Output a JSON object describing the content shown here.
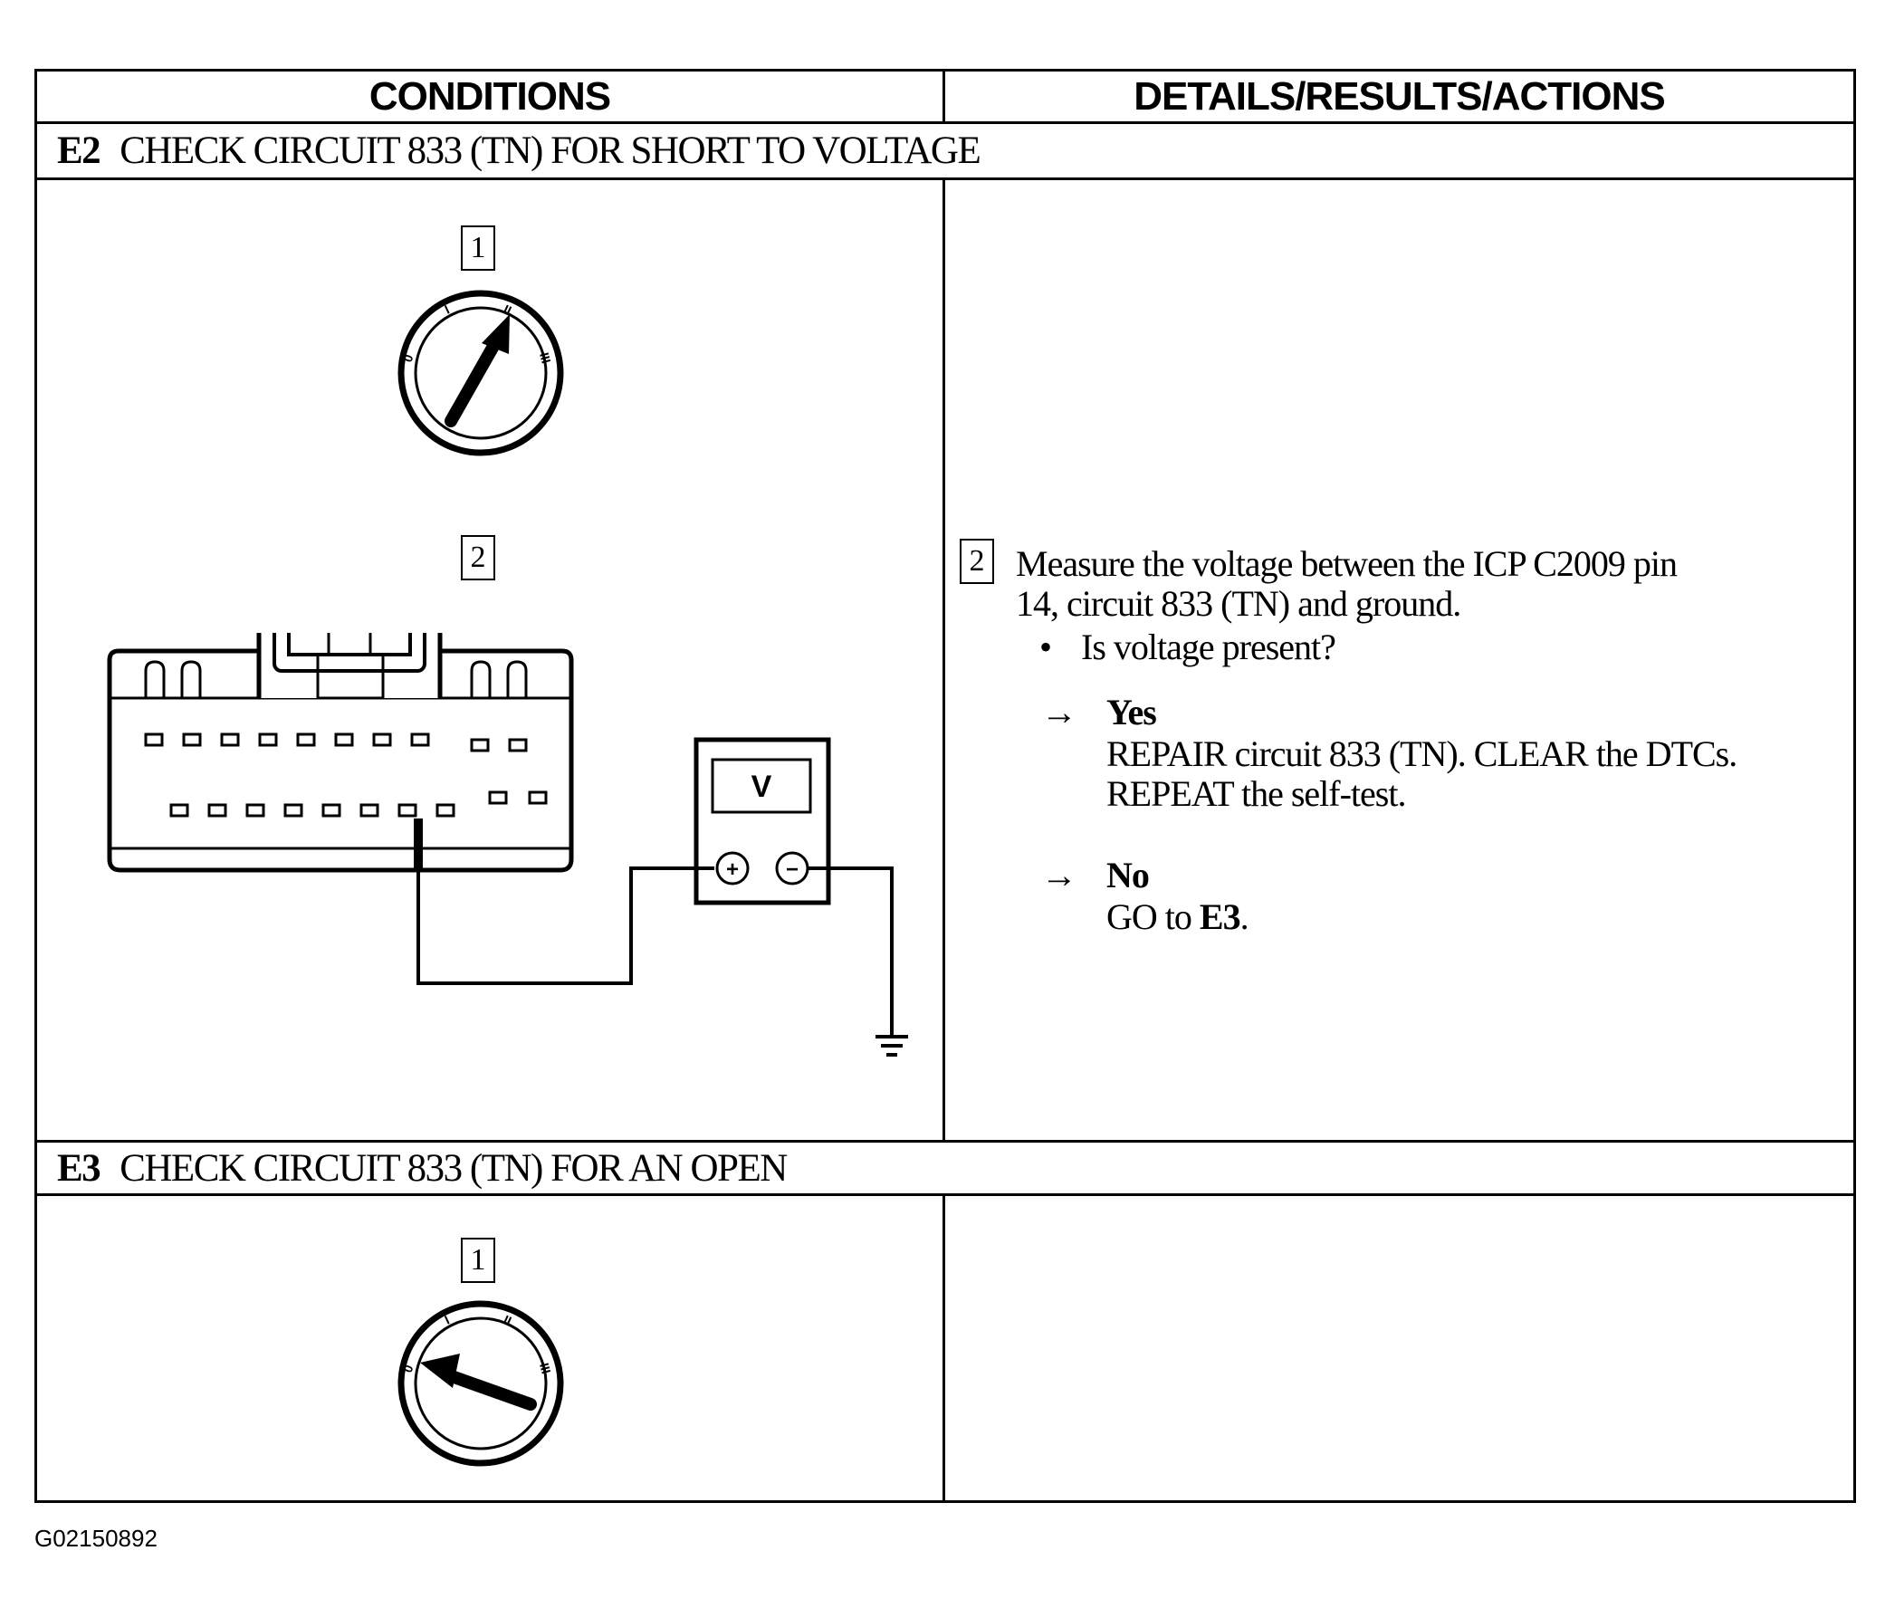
{
  "header": {
    "left": "CONDITIONS",
    "right": "DETAILS/RESULTS/ACTIONS"
  },
  "e2": {
    "id": "E2",
    "title": "CHECK CIRCUIT 833 (TN) FOR SHORT TO VOLTAGE",
    "steps_left": [
      "1",
      "2"
    ],
    "ignition_marks": [
      "0",
      "I",
      "II",
      "III"
    ],
    "meter_label": "V",
    "meter_plus": "+",
    "meter_minus": "−",
    "step_right": "2",
    "detail_line1": "Measure the voltage between the ICP C2009 pin",
    "detail_line2": "14, circuit 833 (TN) and ground.",
    "bullet": "•",
    "question": "Is voltage present?",
    "arrow": "→",
    "yes_label": "Yes",
    "yes_line1": "REPAIR circuit 833 (TN). CLEAR the DTCs.",
    "yes_line2": "REPEAT the self-test.",
    "no_label": "No",
    "no_text_prefix": "GO to ",
    "no_text_target": "E3",
    "no_text_suffix": "."
  },
  "e3": {
    "id": "E3",
    "title": "CHECK CIRCUIT 833 (TN) FOR AN OPEN",
    "step_left": "1"
  },
  "figure_id": "G02150892"
}
